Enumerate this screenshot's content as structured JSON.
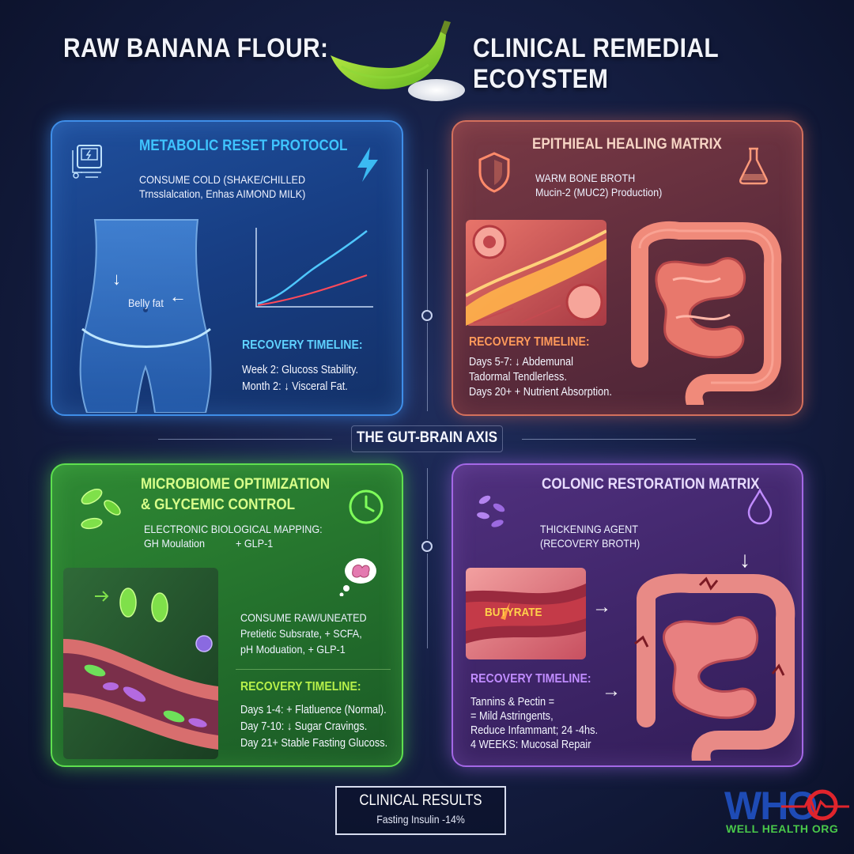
{
  "header": {
    "title_left": "RAW BANANA FLOUR:",
    "title_right": "CLINICAL REMEDIAL ECOYSTEM"
  },
  "metabolic": {
    "title": "METABOLIC RESET PROTOCOL",
    "line1": "CONSUME COLD (SHAKE/CHILLED",
    "line2": "Trnsslalcation, Enhas AIMOND MILK)",
    "belly_label": "Belly fat",
    "timeline_heading": "RECOVERY TIMELINE:",
    "timeline": [
      "Week 2: Glucoss Stability.",
      "Month 2: ↓ Visceral Fat."
    ]
  },
  "epithelial": {
    "title": "EPITHIEAL HEALING MATRIX",
    "line1": "WARM BONE BROTH",
    "line2": "Mucin-2 (MUC2) Production)",
    "timeline_heading": "RECOVERY TIMELINE:",
    "timeline": [
      "Days 5-7: ↓ Abdemunal",
      "Tadormal Tendlerless.",
      "Days 20+ + Nutrient Absorption."
    ]
  },
  "axis": {
    "label": "THE GUT-BRAIN AXIS"
  },
  "microbiome": {
    "title_line1": "MICROBIOME OPTIMIZATION",
    "title_line2": "& GLYCEMIC CONTROL",
    "mapping_line1": "ELECTRONIC BIOLOGICAL MAPPING:",
    "mapping_line2a": "GH Moulation",
    "mapping_line2b": "+ GLP-1",
    "consume_line1": "CONSUME RAW/UNEATED",
    "consume_line2": "Pretietic Subsrate, + SCFA,",
    "consume_line3": "pH Moduation, + GLP-1",
    "timeline_heading": "RECOVERY TIMELINE:",
    "timeline": [
      "Days 1-4: + Flatluence (Normal).",
      "Day 7-10: ↓ Sugar Cravings.",
      "Day 21+ Stable Fasting Glucoss."
    ]
  },
  "colonic": {
    "title": "COLONIC RESTORATION MATRIX",
    "line1": "THICKENING AGENT",
    "line2": "(RECOVERY BROTH)",
    "butyrate_label": "BUTYRATE",
    "timeline_heading": "RECOVERY TIMELINE:",
    "timeline": [
      "Tannins & Pectin =",
      "= Mild Astringents,",
      "Reduce Infammant; 24 -4hs.",
      "4 WEEKS: Mucosal Repair"
    ]
  },
  "results": {
    "title": "CLINICAL RESULTS",
    "subtitle": "Fasting Insulin -14%"
  },
  "logo": {
    "mark": "WHO",
    "tagline": "WELL HEALTH ORG"
  },
  "colors": {
    "metabolic_accent": "#3fc4ff",
    "epithelial_accent": "#f4c6a8",
    "microbiome_accent": "#c9ff5a",
    "colonic_accent": "#b88cf0",
    "timeline_blue": "#5fd2ff",
    "timeline_orange": "#ff9a5a",
    "timeline_green": "#b7f04a",
    "timeline_purple": "#c08cff"
  },
  "icons": [
    "scale-icon",
    "lightning-icon",
    "shield-icon",
    "flask-icon",
    "bacteria-icon",
    "clock-icon",
    "brain-thought-icon",
    "droplet-icon",
    "banana-icon"
  ]
}
